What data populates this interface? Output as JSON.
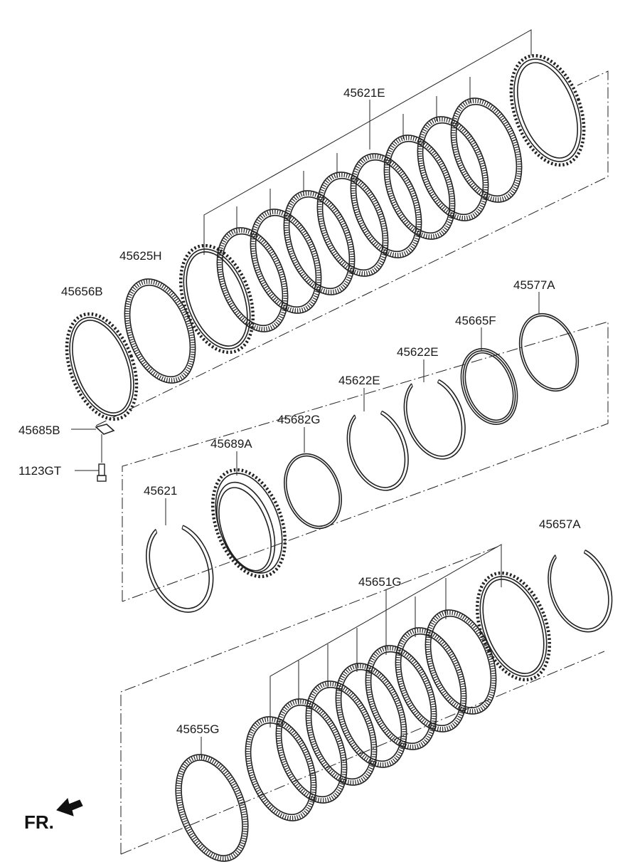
{
  "figure": {
    "labels": {
      "p45621E": "45621E",
      "p45625H": "45625H",
      "p45656B": "45656B",
      "p45577A": "45577A",
      "p45665F": "45665F",
      "p45622E_a": "45622E",
      "p45622E_b": "45622E",
      "p45682G": "45682G",
      "p45689A": "45689A",
      "p45685B": "45685B",
      "p1123GT": "1123GT",
      "p45621": "45621",
      "p45657A": "45657A",
      "p45651G": "45651G",
      "p45655G": "45655G"
    },
    "direction_label": "FR.",
    "line_color": "#222222"
  }
}
